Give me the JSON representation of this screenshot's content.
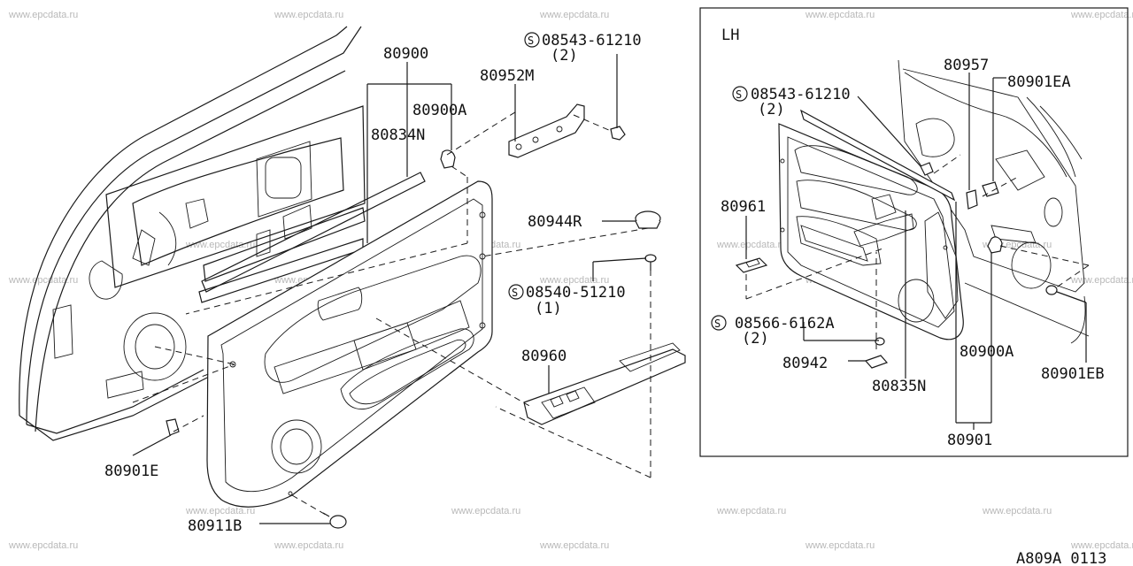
{
  "labels": {
    "p80900": "80900",
    "p80952m": "80952M",
    "p80900a_main": "80900A",
    "p80834n": "80834N",
    "p80944r": "80944R",
    "p80960": "80960",
    "p80901e": "80901E",
    "p80911b": "80911B",
    "screw1_part": "08543-61210",
    "screw1_qty": "(2)",
    "screw2_part": "08540-51210",
    "screw2_qty": "(1)"
  },
  "inset": {
    "title": "LH",
    "p80957": "80957",
    "p80901ea": "80901EA",
    "p80961": "80961",
    "p80942": "80942",
    "p80835n": "80835N",
    "p80900a": "80900A",
    "p80901eb": "80901EB",
    "p80901": "80901",
    "screw1_part": "08543-61210",
    "screw1_qty": "(2)",
    "screw3_part": "08566-6162A",
    "screw3_qty": "(2)"
  },
  "footer": {
    "code": "A809A 0113"
  },
  "watermark": "www.epcdata.ru",
  "icons": {
    "standard_part_symbol": "circled-S"
  },
  "colors": {
    "line": "#1a1a1a",
    "watermark": "#b8b8b8",
    "background": "#ffffff"
  }
}
